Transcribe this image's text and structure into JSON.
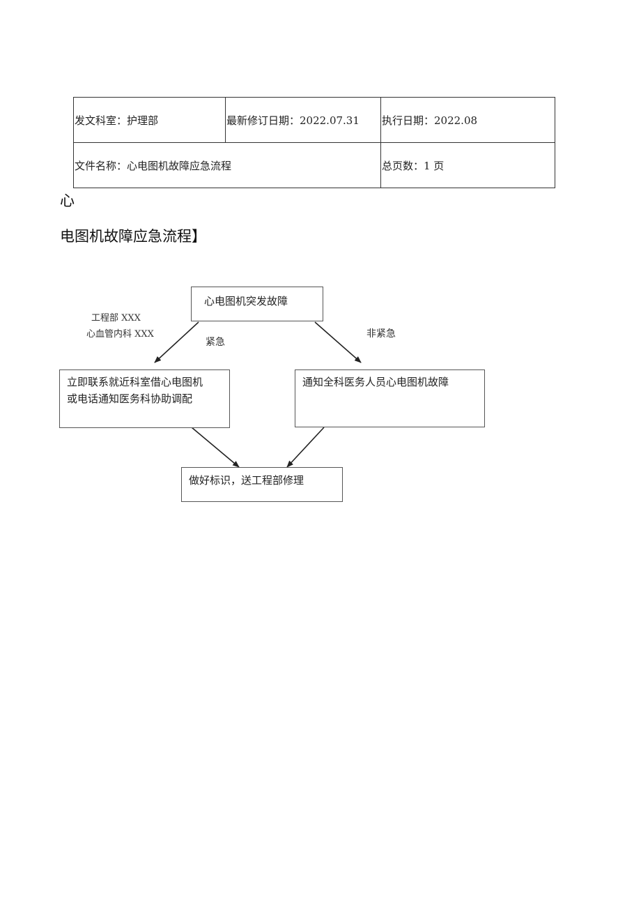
{
  "header": {
    "department": "发文科室：护理部",
    "revised_date": "最新修订日期：2022.07.31",
    "effective_date": "执行日期：2022.08",
    "file_name": "文件名称：心电图机故障应急流程",
    "total_pages": "总页数：1 页"
  },
  "title": {
    "line1": "心",
    "line2": "电图机故障应急流程】"
  },
  "flow": {
    "start": "心电图机突发故障",
    "contacts": {
      "line1": "工程部 XXX",
      "line2": "心血管内科 XXX"
    },
    "urgent_label": "紧急",
    "non_urgent_label": "非紧急",
    "urgent_action": {
      "line1": "立即联系就近科室借心电图机",
      "line2": "或电话通知医务科协助调配"
    },
    "non_urgent_action": "通知全科医务人员心电图机故障",
    "final": "做好标识，送工程部修理"
  }
}
